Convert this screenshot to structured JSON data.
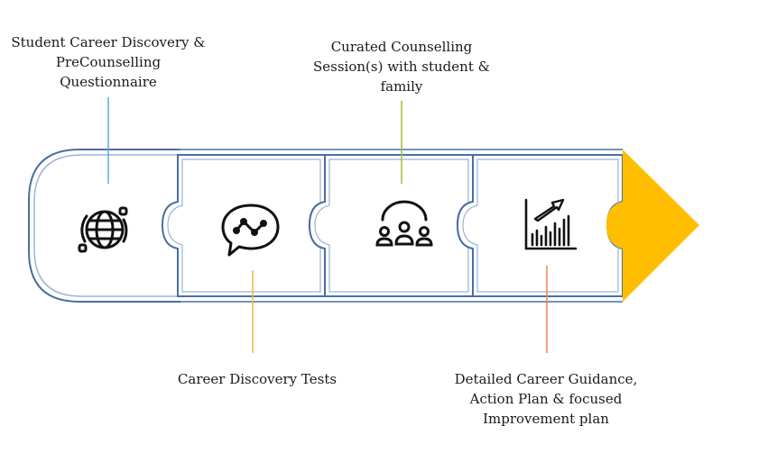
{
  "steps": [
    {
      "label_lines": [
        "Student Career Discovery &",
        "PreCounselling",
        "Questionnaire"
      ],
      "icon": "globe-network-icon",
      "connector_color": "#4fb3d9"
    },
    {
      "label_lines": [
        "Career Discovery Tests"
      ],
      "icon": "chat-bubble-icon",
      "connector_color": "#f2b544"
    },
    {
      "label_lines": [
        "Curated Counselling",
        "Session(s) with student &",
        "family"
      ],
      "icon": "group-people-icon",
      "connector_color": "#9bbf3b"
    },
    {
      "label_lines": [
        "Detailed Career Guidance,",
        "Action Plan & focused",
        "Improvement plan"
      ],
      "icon": "growth-chart-icon",
      "connector_color": "#e8864a"
    }
  ],
  "colors": {
    "frame": "#4a6fa5",
    "frame_light": "#9ab4d6",
    "arrow": "#ffbf00"
  }
}
